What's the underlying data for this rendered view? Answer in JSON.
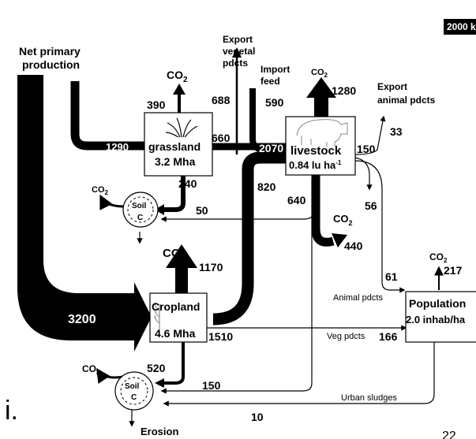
{
  "scale_badge": "2000 k",
  "panel_letter": "i.",
  "corner_fragment": "22",
  "inputs": {
    "npp_line1": "Net primary",
    "npp_line2": "production",
    "export_vegetal_1": "Export",
    "export_vegetal_2": "vegetal",
    "export_vegetal_3": "pdcts",
    "import_feed_1": "Import",
    "import_feed_2": "feed",
    "export_animal_1": "Export",
    "export_animal_2": "animal pdcts"
  },
  "nodes": {
    "grassland_name": "grassland",
    "grassland_area": "3.2 Mha",
    "livestock_name": "livestock",
    "livestock_density": "0.84 lu ha",
    "livestock_density_exp": "-1",
    "cropland_name": "Cropland",
    "cropland_area": "4.6 Mha",
    "population_name": "Population",
    "population_density": "2.0 inhab/ha",
    "soil_label": "Soil",
    "soil_c": "C"
  },
  "co2": {
    "base": "CO",
    "sub": "2"
  },
  "flows": {
    "npp_to_grassland": "1290",
    "npp_to_cropland": "3200",
    "grassland_co2": "390",
    "export_vegetal": "688",
    "import_feed": "590",
    "livestock_co2": "1280",
    "grassland_to_livestock": "660",
    "to_livestock_total": "2070",
    "livestock_out": "150",
    "export_animal": "33",
    "grassland_soil": "240",
    "crop_to_livestock": "820",
    "livestock_to_grass_soil": "50",
    "manure": "640",
    "livestock_down": "56",
    "manure_co2": "440",
    "cropland_co2": "1170",
    "animal_to_pop": "61",
    "pop_co2": "217",
    "crop_to_pop": "1510",
    "veg_pdcts": "166",
    "cropland_soil": "520",
    "to_crop_soil": "150",
    "sludge_return": "10"
  },
  "edge_labels": {
    "animal_pdcts": "Animal pdcts",
    "veg_pdcts": "Veg pdcts",
    "urban_sludges": "Urban sludges",
    "erosion": "Erosion"
  }
}
